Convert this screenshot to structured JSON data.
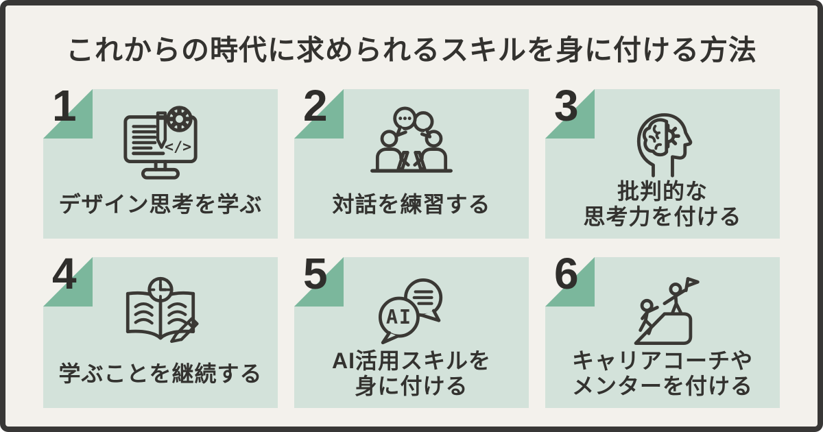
{
  "palette": {
    "background": "#f3f1ec",
    "frame_border": "#383736",
    "card_background": "#d3e2da",
    "fold_accent_green": "#7bb79c",
    "text": "#33322f",
    "icon_stroke": "#3a3834"
  },
  "title": "これからの時代に求められるスキルを身に付ける方法",
  "cards": [
    {
      "number": "1",
      "icon": "design-thinking-icon",
      "lines": [
        "デザイン思考を学ぶ"
      ]
    },
    {
      "number": "2",
      "icon": "dialogue-icon",
      "lines": [
        "対話を練習する"
      ]
    },
    {
      "number": "3",
      "icon": "critical-thinking-icon",
      "lines": [
        "批判的な",
        "思考力を付ける"
      ]
    },
    {
      "number": "4",
      "icon": "continuous-learning-icon",
      "lines": [
        "学ぶことを継続する"
      ]
    },
    {
      "number": "5",
      "icon": "ai-skills-icon",
      "lines": [
        "AI活用スキルを",
        "身に付ける"
      ]
    },
    {
      "number": "6",
      "icon": "career-coach-icon",
      "lines": [
        "キャリアコーチや",
        "メンターを付ける"
      ]
    }
  ],
  "icon_labels": {
    "card1": "monitor with document, pencil, gear and code tag",
    "card2": "two people with laptops and speech bubbles",
    "card3": "head profile with brain and gear",
    "card4": "open book with clock and pencil",
    "card5": "AI speech bubble with text bubble",
    "card6": "mentor helping climber up steps with flag"
  }
}
